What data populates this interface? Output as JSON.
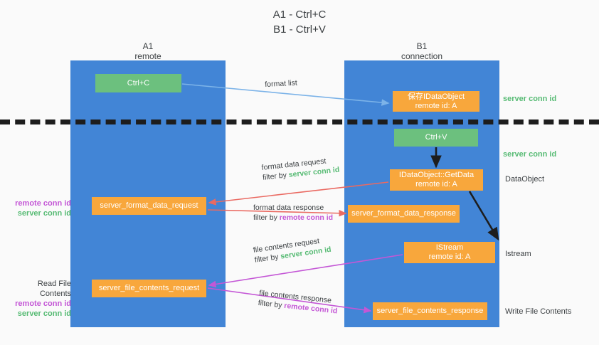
{
  "title": {
    "line1": "A1 - Ctrl+C",
    "line2": "B1 - Ctrl+V"
  },
  "lanes": [
    {
      "name": "A1",
      "sub": "remote",
      "color": "#4285d6"
    },
    {
      "name": "B1",
      "sub": "connection",
      "color": "#4285d6"
    }
  ],
  "colors": {
    "lane": "#4285d6",
    "action_box": "#6cc07e",
    "message_box": "#f8a73c",
    "server_conn": "#57bb74",
    "remote_conn": "#c457d6",
    "arrow_blue": "#7cb3e8",
    "arrow_red": "#ea6a62",
    "arrow_magenta": "#c457d6",
    "arrow_black": "#1d1d1d",
    "divider": "#1d1d1d",
    "background": "#fafafa"
  },
  "boxes": {
    "ctrl_c": {
      "line1": "Ctrl+C",
      "line2": ""
    },
    "ctrl_v": {
      "line1": "Ctrl+V",
      "line2": ""
    },
    "idataobject": {
      "line1": "保存IDataObject",
      "line2": "remote id: A"
    },
    "getdata": {
      "line1": "IDataObject::GetData",
      "line2": "remote id: A"
    },
    "istream": {
      "line1": "IStream",
      "line2": "remote id: A"
    },
    "format_data_request": {
      "line1": "server_format_data_request",
      "line2": ""
    },
    "format_data_response": {
      "line1": "server_format_data_response",
      "line2": ""
    },
    "file_contents_request": {
      "line1": "server_file_contents_request",
      "line2": ""
    },
    "file_contents_response": {
      "line1": "server_file_contents_response",
      "line2": ""
    }
  },
  "arrow_labels": {
    "format_list": "format list",
    "format_data_request": {
      "line1": "format data request",
      "prefix": "filter by ",
      "highlight": "server conn id"
    },
    "format_data_response": {
      "line1": "format data response",
      "prefix": "filter by ",
      "highlight": "remote conn id"
    },
    "file_contents_request": {
      "line1": "file contents request",
      "prefix": "filter by ",
      "highlight": "server conn id"
    },
    "file_contents_response": {
      "line1": "file contents response",
      "prefix": "filter by ",
      "highlight": "remote conn id"
    }
  },
  "side_labels": {
    "right": {
      "server_conn_top": "server conn id",
      "server_conn_mid": "server conn id",
      "dataobject": "DataObject",
      "istream": "Istream",
      "write_file_contents": "Write File Contents"
    },
    "left": {
      "remote_conn_1": "remote conn id",
      "server_conn_1": "server conn id",
      "read_file_contents": "Read File Contents",
      "remote_conn_2": "remote conn id",
      "server_conn_2": "server conn id"
    }
  }
}
